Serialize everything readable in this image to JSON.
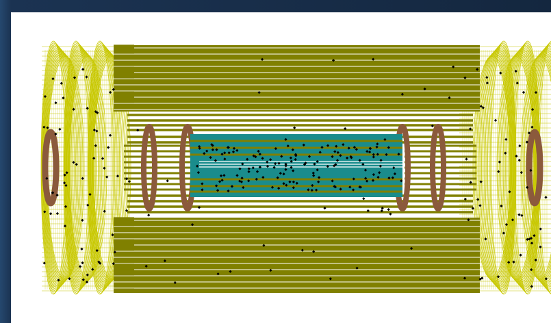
{
  "colors": {
    "slide_background": "#14273f",
    "panel": "#ffffff",
    "outer_barrel": "#808000",
    "endcap_wireframe": "#c8c800",
    "inner_tracker": "#1a8c8c",
    "rings": "#8b5a3c",
    "hits": "#000000"
  },
  "diagram": {
    "description_icon": "detector-cylinder-icon",
    "components": [
      {
        "name": "outer-barrel-top"
      },
      {
        "name": "outer-barrel-bottom"
      },
      {
        "name": "endcap-left"
      },
      {
        "name": "endcap-right"
      },
      {
        "name": "inner-tracker"
      },
      {
        "name": "ring-disks"
      }
    ],
    "hit_marker_count": 320
  }
}
